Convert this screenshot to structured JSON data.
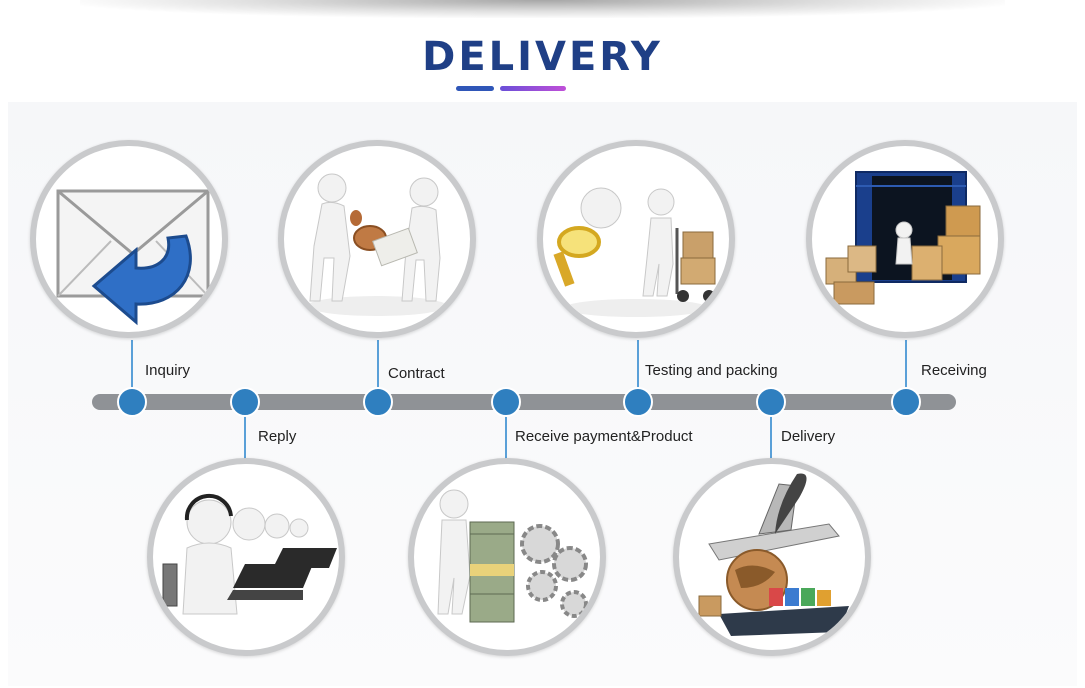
{
  "title": "DELIVERY",
  "colors": {
    "title": "#1f3f86",
    "accent_blue": "#2f7fbf",
    "accent_purple": "#8d4fd8",
    "timeline": "#8f9296"
  },
  "steps_top": [
    {
      "label": "Inquiry",
      "icon": "envelope-reply-icon"
    },
    {
      "label": "Contract",
      "icon": "stamp-contract-icon"
    },
    {
      "label": "Testing and packing",
      "icon": "inspection-packing-icon"
    },
    {
      "label": "Receiving",
      "icon": "shipping-container-icon"
    }
  ],
  "steps_bottom": [
    {
      "label": "Reply",
      "icon": "call-center-icon"
    },
    {
      "label": "Receive payment&Product",
      "icon": "money-gears-icon"
    },
    {
      "label": "Delivery",
      "icon": "plane-ship-globe-icon"
    }
  ]
}
